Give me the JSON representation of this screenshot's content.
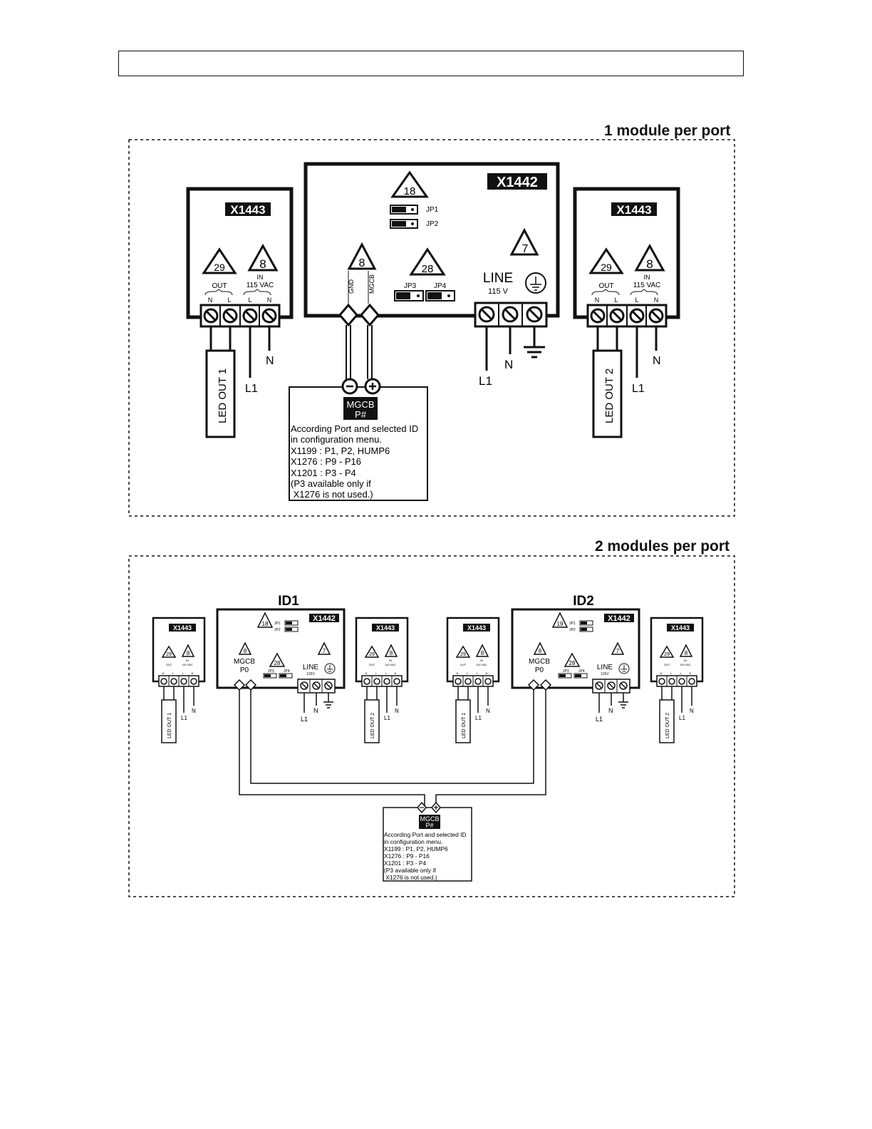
{
  "header": {
    "title": ""
  },
  "section1": {
    "title": "1 module per port",
    "main": {
      "model": "X1442",
      "warn_top": "18",
      "jp1": "JP1",
      "jp2": "JP2",
      "warn_mgcb": "8",
      "gnd": "GND",
      "mgcb": "MGCB",
      "warn_jp": "28",
      "jp3": "JP3",
      "jp4": "JP4",
      "warn_line": "7",
      "line": "LINE",
      "voltage": "115 V",
      "l1": "L1",
      "n": "N"
    },
    "left": {
      "model": "X1443",
      "warn_out": "29",
      "warn_in": "8",
      "out": "OUT",
      "in": "IN",
      "vac": "115 VAC",
      "n": "N",
      "l": "L",
      "led": "LED OUT 1",
      "l1": "L1"
    },
    "right": {
      "model": "X1443",
      "warn_out": "29",
      "warn_in": "8",
      "out": "OUT",
      "in": "IN",
      "vac": "115 VAC",
      "n": "N",
      "l": "L",
      "led": "LED OUT 2",
      "l1": "L1"
    },
    "mgcb_box": {
      "title1": "MGCB",
      "title2": "P#",
      "lines": [
        "According Port and selected ID",
        "in configuration menu.",
        "X1199 : P1, P2, HUMP6",
        "X1276 : P9 - P16",
        "X1201 : P3 - P4",
        "(P3 available only if",
        " X1276 is not used.)"
      ]
    }
  },
  "section2": {
    "title": "2 modules per port",
    "groups": [
      {
        "id_label": "ID1",
        "main": {
          "model": "X1442",
          "warn_top": "18",
          "jp1": "JP1",
          "jp2": "JP2",
          "warn_mgcb": "8",
          "mgcb": "MGCB",
          "port": "P0",
          "warn_jp": "28",
          "jp3": "JP3",
          "jp4": "JP4",
          "warn_line": "7",
          "line": "LINE",
          "voltage": "115V",
          "l1": "L1",
          "n": "N"
        },
        "left": {
          "model": "X1443",
          "warn_out": "29",
          "warn_in": "8",
          "out": "OUT",
          "in": "IN",
          "vac": "115 VAC",
          "n": "N",
          "l": "L",
          "led": "LED OUT 1",
          "l1": "L1"
        },
        "right": {
          "model": "X1443",
          "warn_out": "29",
          "warn_in": "8",
          "out": "OUT",
          "in": "IN",
          "vac": "115 VAC",
          "n": "N",
          "l": "L",
          "led": "LED OUT 2",
          "l1": "L1"
        }
      },
      {
        "id_label": "ID2",
        "main": {
          "model": "X1442",
          "warn_top": "19",
          "jp1": "JP1",
          "jp2": "JP2",
          "warn_mgcb": "8",
          "mgcb": "MGCB",
          "port": "P0",
          "warn_jp": "28",
          "jp3": "JP3",
          "jp4": "JP4",
          "warn_line": "7",
          "line": "LINE",
          "voltage": "115V",
          "l1": "L1",
          "n": "N"
        },
        "left": {
          "model": "X1443",
          "warn_out": "29",
          "warn_in": "8",
          "out": "OUT",
          "in": "IN",
          "vac": "115 VAC",
          "n": "N",
          "l": "L",
          "led": "LED OUT 1",
          "l1": "L1"
        },
        "right": {
          "model": "X1443",
          "warn_out": "29",
          "warn_in": "8",
          "out": "OUT",
          "in": "IN",
          "vac": "115 VAC",
          "n": "N",
          "l": "L",
          "led": "LED OUT 2",
          "l1": "L1"
        }
      }
    ],
    "mgcb_box": {
      "title1": "MGCB",
      "title2": "P#",
      "lines": [
        "According Port and selected ID",
        "in configuration menu.",
        "X1199 : P1, P2, HUMP6",
        "X1276 : P9 - P16",
        "X1201 : P3 - P4",
        "(P3 available only if",
        " X1276 is not used.)"
      ]
    }
  }
}
